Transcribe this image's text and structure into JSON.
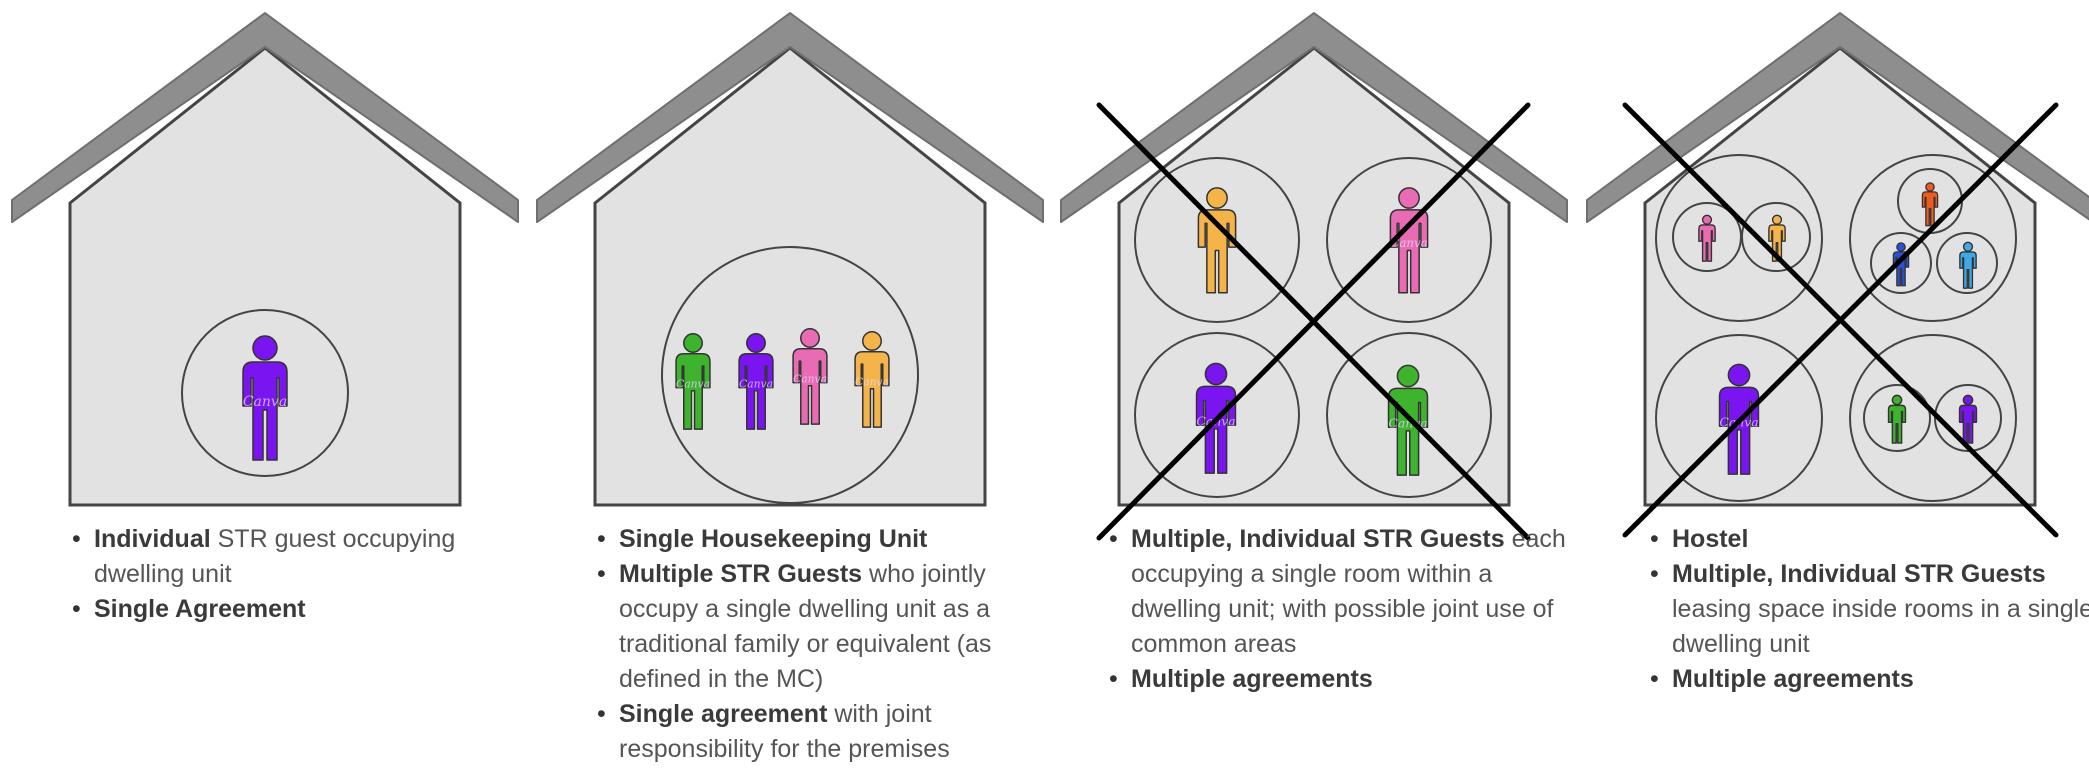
{
  "panels": [
    {
      "crossed_out": false,
      "bullets": [
        {
          "bold": "Individual",
          "text": " STR guest occupying dwelling unit"
        },
        {
          "bold": "Single Agreement",
          "text": ""
        }
      ]
    },
    {
      "crossed_out": false,
      "bullets": [
        {
          "bold": "Single Housekeeping Unit",
          "text": ""
        },
        {
          "bold": "Multiple STR Guests",
          "text": " who jointly occupy a single dwelling unit as a traditional family or equivalent (as defined in the MC)"
        },
        {
          "bold": "Single agreement",
          "text": " with joint responsibility for the premises"
        }
      ]
    },
    {
      "crossed_out": true,
      "bullets": [
        {
          "bold": "Multiple, Individual STR Guests",
          "text": " each occupying a single room within a dwelling unit; with possible joint use of common areas"
        },
        {
          "bold": "Multiple agreements",
          "text": ""
        }
      ]
    },
    {
      "crossed_out": true,
      "bullets": [
        {
          "bold": "Hostel",
          "text": ""
        },
        {
          "bold": "Multiple, Individual STR Guests",
          "text": " leasing space inside rooms in a single dwelling unit"
        },
        {
          "bold": "Multiple agreements",
          "text": ""
        }
      ]
    }
  ],
  "watermark": "Canva",
  "colors": {
    "house_wall": "#e3e2e2",
    "roof": "#8e8e8e",
    "outline": "#444444",
    "purple": "#7a14f0",
    "green": "#3db32e",
    "pink": "#e86bb3",
    "orange": "#f5b44a",
    "red_orange": "#ee5b1f",
    "blue": "#2b4fd6",
    "light_blue": "#3ea9e6",
    "cross": "#000000"
  }
}
